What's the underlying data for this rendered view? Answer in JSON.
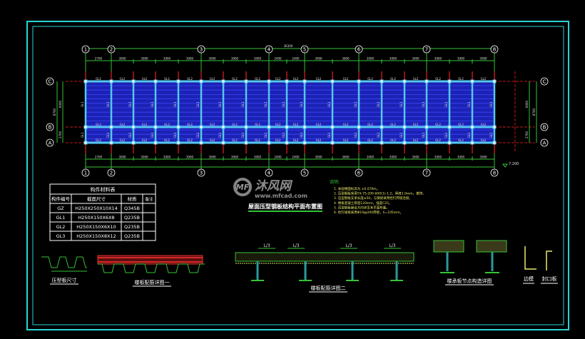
{
  "drawing": {
    "title": "屋面压型钢板结构平面布置图",
    "grid_axes_columns": [
      "1",
      "2",
      "3",
      "4",
      "5",
      "6",
      "7",
      "8"
    ],
    "grid_axes_rows": [
      "C",
      "B",
      "A"
    ],
    "overall_dimension": "36300",
    "bay_dimensions": [
      "2700",
      "3000",
      "3000",
      "3000",
      "3000",
      "3000",
      "3000",
      "3000",
      "2400",
      "2400",
      "3000",
      "3600",
      "3000",
      "3000",
      "3000",
      "3000",
      "3000",
      "3000"
    ],
    "row_dimensions": {
      "total": "8700",
      "cb": "6000",
      "ba": "2700"
    },
    "beam_label_horizontal": "GL2",
    "beam_label_vertical": "GL1",
    "elevation_mark": "7.200",
    "colors": {
      "frame": "#2ad4d4",
      "grid": "#36c236",
      "beam": "#55c8f0",
      "deck": "#1c22b4",
      "axis_ext": "#c01818",
      "notes": "#e8e86a",
      "table": "#ffffff"
    }
  },
  "notes": {
    "heading": "说明:",
    "items": [
      "1. 本层楼面标高为 ±0.070m。",
      "2. 压型钢板采用YX-75-200-600(1)-1.2，厚度1.0mm，镀锌。",
      "3. 压型钢板支承长度≥50，与钢梁采用栓钉焊接连接。",
      "4. 楼板混凝土厚度120mm，强度C25。",
      "5. 压型钢板铺设方向详见本平面布置。",
      "6. 栓钉规格采用Φ19@200焊接，h=105mm。"
    ]
  },
  "member_table": {
    "title": "构件材料表",
    "headers": [
      "构件编号",
      "截面尺寸",
      "材质",
      "备注"
    ],
    "rows": [
      [
        "GZ",
        "H250X250X10X14",
        "Q345B",
        ""
      ],
      [
        "GL1",
        "H250X150X6X8",
        "Q235B",
        ""
      ],
      [
        "GL2",
        "H250X150X6X10",
        "Q235B",
        ""
      ],
      [
        "GL3",
        "H250X150X8X12",
        "Q235B",
        ""
      ]
    ]
  },
  "details": {
    "deck_profile": "压型板尺寸",
    "slab_detail_1": "楼板配筋详图一",
    "slab_detail_2": "楼板配筋详图二",
    "joint_detail": "楼承板节点构造详图",
    "edge_form": "边模",
    "closure_plate": "封口板",
    "span_label": "L/3"
  },
  "watermark": {
    "brand": "沐风网",
    "url": "www.mfcad.com",
    "logo": "MF"
  }
}
